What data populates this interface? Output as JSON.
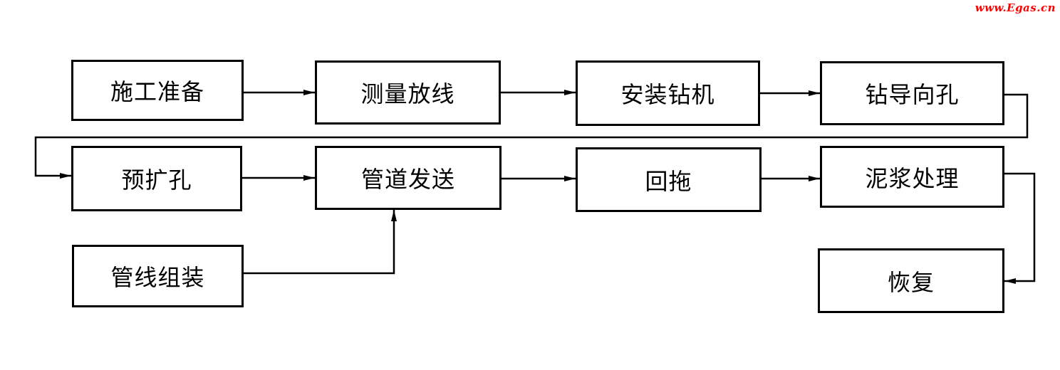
{
  "watermark": {
    "text": "www.Egas.cn",
    "color": "#FF0000"
  },
  "flowchart": {
    "background": "#FFFFFF",
    "line_color": "#000000",
    "box_border_color": "#000000",
    "nodes": [
      {
        "id": "construction-prep",
        "label": "施工准备"
      },
      {
        "id": "survey-layout",
        "label": "测量放线"
      },
      {
        "id": "install-drill-rig",
        "label": "安装钻机"
      },
      {
        "id": "drill-pilot-hole",
        "label": "钻导向孔"
      },
      {
        "id": "pre-reaming",
        "label": "预扩孔"
      },
      {
        "id": "pipe-launching",
        "label": "管道发送"
      },
      {
        "id": "pullback",
        "label": "回拖"
      },
      {
        "id": "mud-treatment",
        "label": "泥浆处理"
      },
      {
        "id": "pipeline-assembly",
        "label": "管线组装"
      },
      {
        "id": "restoration",
        "label": "恢复"
      }
    ],
    "edges": [
      {
        "from": "施工准备",
        "to": "测量放线"
      },
      {
        "from": "测量放线",
        "to": "安装钻机"
      },
      {
        "from": "安装钻机",
        "to": "钻导向孔"
      },
      {
        "from": "钻导向孔",
        "to": "预扩孔"
      },
      {
        "from": "预扩孔",
        "to": "管道发送"
      },
      {
        "from": "管道发送",
        "to": "回拖"
      },
      {
        "from": "回拖",
        "to": "泥浆处理"
      },
      {
        "from": "泥浆处理",
        "to": "恢复"
      },
      {
        "from": "管线组装",
        "to": "管道发送"
      }
    ]
  }
}
